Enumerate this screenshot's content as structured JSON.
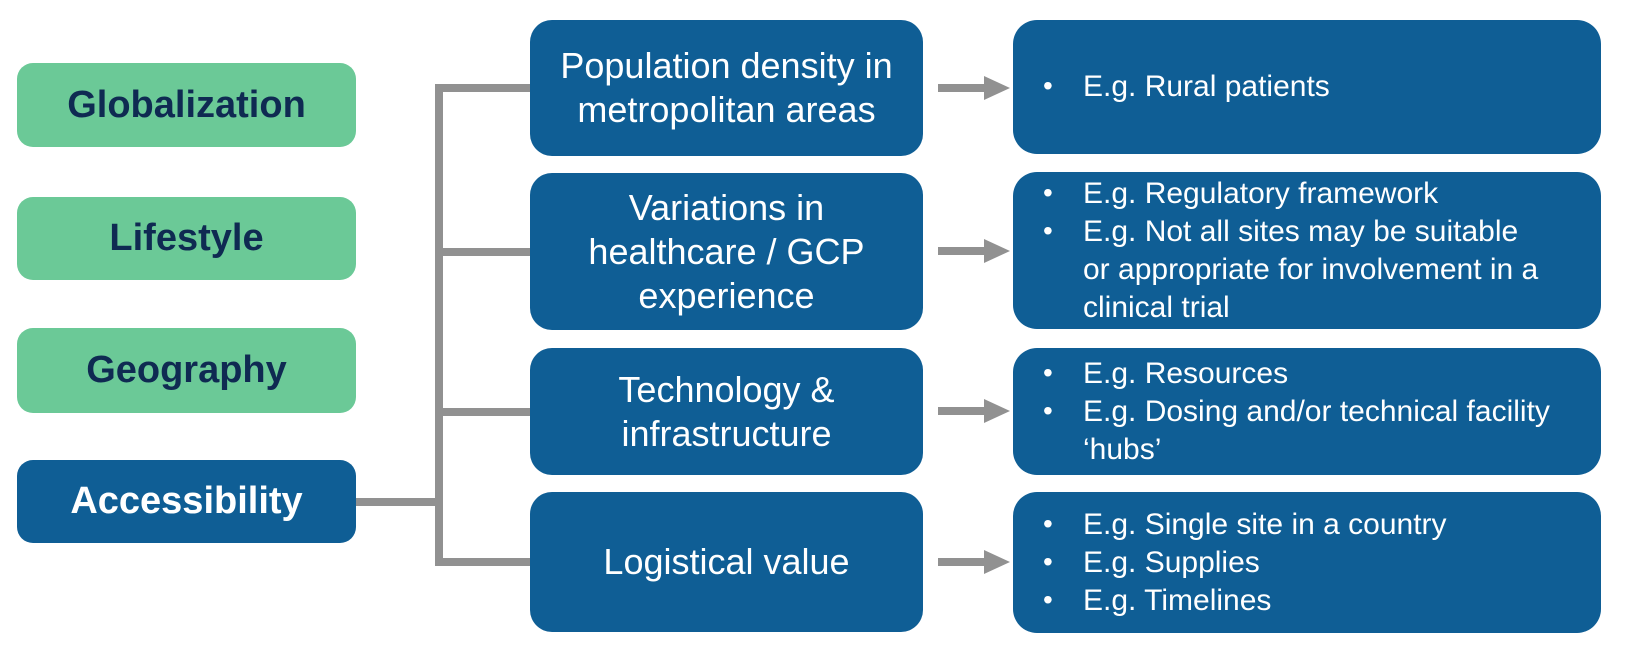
{
  "diagram": {
    "left_column": {
      "items": [
        {
          "label": "Globalization",
          "variant": "green"
        },
        {
          "label": "Lifestyle",
          "variant": "green"
        },
        {
          "label": "Geography",
          "variant": "green"
        },
        {
          "label": "Accessibility",
          "variant": "blue"
        }
      ]
    },
    "rows": [
      {
        "factor": {
          "lines": [
            "Population density in",
            "metropolitan areas"
          ]
        },
        "examples": [
          {
            "lines": [
              "E.g. Rural patients"
            ]
          }
        ]
      },
      {
        "factor": {
          "lines": [
            "Variations in",
            "healthcare / GCP",
            "experience"
          ]
        },
        "examples": [
          {
            "lines": [
              "E.g. Regulatory framework"
            ]
          },
          {
            "lines": [
              "E.g. Not all sites may be suitable",
              "or appropriate for involvement in a",
              "clinical trial"
            ]
          }
        ]
      },
      {
        "factor": {
          "lines": [
            "Technology &",
            "infrastructure"
          ]
        },
        "examples": [
          {
            "lines": [
              "E.g. Resources"
            ]
          },
          {
            "lines": [
              "E.g. Dosing and/or technical facility",
              "‘hubs’"
            ]
          }
        ]
      },
      {
        "factor": {
          "lines": [
            "Logistical value"
          ]
        },
        "examples": [
          {
            "lines": [
              "E.g. Single site in a country"
            ]
          },
          {
            "lines": [
              "E.g. Supplies"
            ]
          },
          {
            "lines": [
              "E.g. Timelines"
            ]
          }
        ]
      }
    ],
    "bullet_glyph": "•",
    "colors": {
      "green_box": "#6BC997",
      "blue_box": "#0F5E95",
      "navy_text": "#0F2A52",
      "white_text": "#FFFFFF",
      "connector_gray": "#919191",
      "background": "#FFFFFF"
    }
  }
}
